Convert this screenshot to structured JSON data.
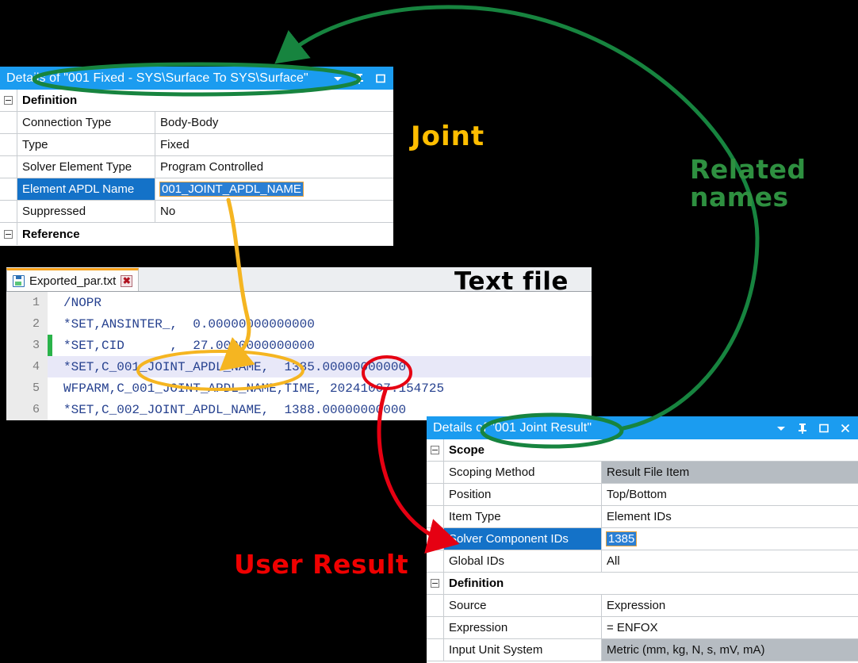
{
  "joint_panel": {
    "title": "Details of \"001 Fixed - SYS\\Surface To SYS\\Surface\"",
    "icons": [
      "chevron-down-icon",
      "pin-icon",
      "maximize-icon"
    ],
    "groups": [
      {
        "name": "Definition",
        "rows": [
          {
            "label": "Connection Type",
            "value": "Body-Body",
            "selected": false,
            "editing": false
          },
          {
            "label": "Type",
            "value": "Fixed",
            "selected": false,
            "editing": false
          },
          {
            "label": "Solver Element Type",
            "value": "Program Controlled",
            "selected": false,
            "editing": false
          },
          {
            "label": "Element APDL Name",
            "value": "001_JOINT_APDL_NAME",
            "selected": true,
            "editing": true
          },
          {
            "label": "Suppressed",
            "value": "No",
            "selected": false,
            "editing": false
          }
        ]
      },
      {
        "name": "Reference",
        "rows": []
      }
    ]
  },
  "text_editor": {
    "tab_label": "Exported_par.txt",
    "tab_icons": [
      "save-floppy-icon",
      "tab-close-icon"
    ],
    "lines": [
      {
        "n": "1",
        "text": "/NOPR",
        "modified": false,
        "highlighted": false
      },
      {
        "n": "2",
        "text": "*SET,ANSINTER_,  0.00000000000000",
        "modified": false,
        "highlighted": false
      },
      {
        "n": "3",
        "text": "*SET,CID      ,  27.0000000000000",
        "modified": true,
        "highlighted": false
      },
      {
        "n": "4",
        "text": "*SET,C_001_JOINT_APDL_NAME,  1385.00000000000",
        "modified": false,
        "highlighted": true
      },
      {
        "n": "5",
        "text": "WFPARM,C_001_JOINT_APDL_NAME,TIME, 20241007.154725",
        "modified": false,
        "highlighted": false
      },
      {
        "n": "6",
        "text": "*SET,C_002_JOINT_APDL_NAME,  1388.00000000000",
        "modified": false,
        "highlighted": false
      }
    ]
  },
  "result_panel": {
    "title": "Details of \"001 Joint Result\"",
    "icons": [
      "chevron-down-icon",
      "pin-icon",
      "maximize-icon",
      "close-icon"
    ],
    "groups": [
      {
        "name": "Scope",
        "rows": [
          {
            "label": "Scoping Method",
            "value": "Result File Item",
            "selected": false,
            "combo": true,
            "editing": false
          },
          {
            "label": "Position",
            "value": "Top/Bottom",
            "selected": false,
            "combo": false,
            "editing": false
          },
          {
            "label": "Item Type",
            "value": "Element IDs",
            "selected": false,
            "combo": false,
            "editing": false
          },
          {
            "label": "Solver Component IDs",
            "value": "1385",
            "selected": true,
            "combo": false,
            "editing": true
          },
          {
            "label": "Global IDs",
            "value": "All",
            "selected": false,
            "combo": false,
            "editing": false
          }
        ]
      },
      {
        "name": "Definition",
        "rows": [
          {
            "label": "Source",
            "value": "Expression",
            "selected": false,
            "combo": false,
            "editing": false
          },
          {
            "label": "Expression",
            "value": "= ENFOX",
            "selected": false,
            "combo": false,
            "editing": false
          },
          {
            "label": "Input Unit System",
            "value": "Metric (mm, kg, N, s, mV, mA)",
            "selected": false,
            "combo": true,
            "editing": false
          }
        ]
      }
    ]
  },
  "annotations": {
    "joint": {
      "text": "Joint",
      "color": "#ffbe00"
    },
    "related_names": {
      "text": "Related\nnames",
      "color": "#2e9040"
    },
    "text_file": {
      "text": "Text file",
      "color": "#000000"
    },
    "user_result": {
      "text": "User Result",
      "color": "#ef0000"
    }
  },
  "markup_colors": {
    "green": "#17843f",
    "yellow": "#f5b521",
    "red": "#e60012"
  }
}
